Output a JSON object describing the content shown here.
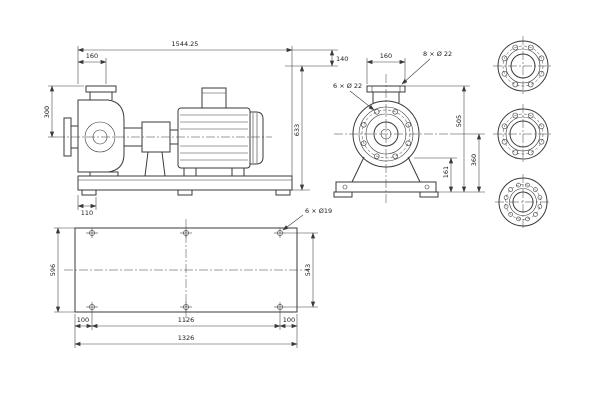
{
  "drawing": {
    "side": {
      "total_length": "1544.25",
      "left_offset": "160",
      "top_height": "140",
      "overall_height": "633",
      "flange_height": "300",
      "foot_offset": "110"
    },
    "end": {
      "flange_width": "160",
      "bolts_top": "8 × Ø 22",
      "bolts_front": "6 × Ø 22",
      "total_height": "505",
      "shaft_height": "360",
      "base_height": "161"
    },
    "plan": {
      "holes_label": "6 × Ø19",
      "plate_width": "596",
      "hole_span_width": "543",
      "margin_left": "100",
      "hole_span_length": "1126",
      "margin_right": "100",
      "plate_length": "1326"
    },
    "colors": {
      "line": "#3a3a3a",
      "background": "#ffffff"
    }
  }
}
